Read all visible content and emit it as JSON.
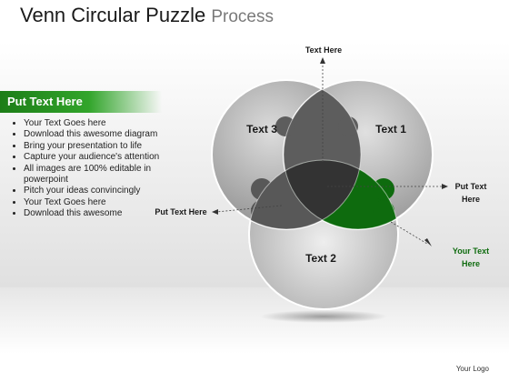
{
  "header": {
    "title": "Venn Circular Puzzle",
    "subtitle": "Process"
  },
  "sidebar": {
    "title": "Put Text Here",
    "bullets": [
      "Your Text Goes here",
      "Download this awesome diagram",
      "Bring your presentation to life",
      "Capture your audience's attention",
      "All images are 100% editable in powerpoint",
      "Pitch your ideas convincingly",
      "Your Text Goes here",
      "Download this awesome"
    ]
  },
  "diagram": {
    "circles": [
      {
        "label": "Text 3"
      },
      {
        "label": "Text 1"
      },
      {
        "label": "Text 2"
      }
    ],
    "callouts": {
      "top": "Text Here",
      "left": "Put Text Here",
      "right_line1": "Put Text",
      "right_line2": "Here",
      "green_line1": "Your Text",
      "green_line2": "Here"
    }
  },
  "colors": {
    "accent_green": "#0e6b0e",
    "dark_center": "#333333",
    "piece_dark": "#5a5a5a"
  },
  "footer": {
    "logo": "Your Logo"
  }
}
